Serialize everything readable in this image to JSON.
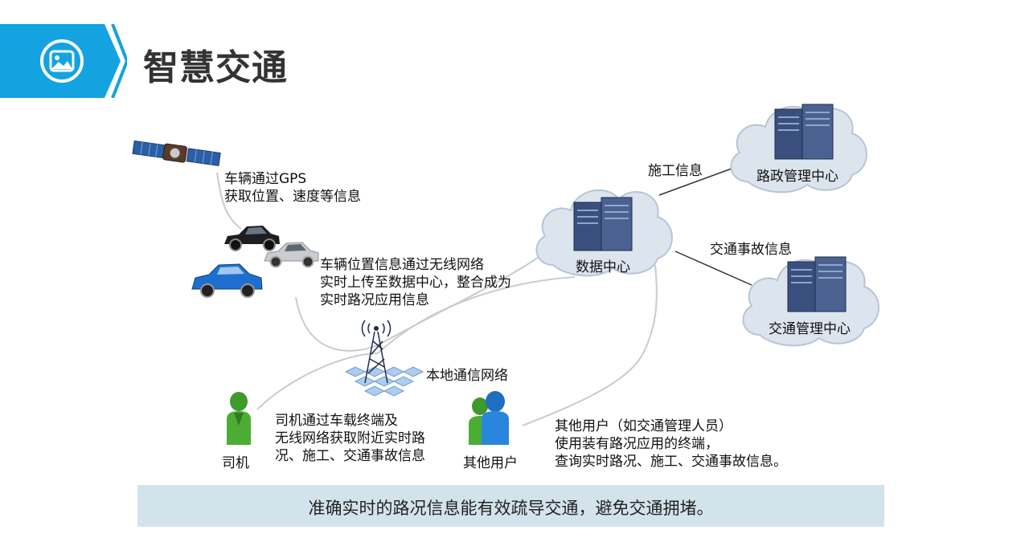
{
  "header": {
    "title": "智慧交通",
    "icon": "image-icon",
    "accent_color": "#12a3e0"
  },
  "diagram": {
    "gps_text": [
      "车辆通过GPS",
      "获取位置、速度等信息"
    ],
    "upload_text": [
      "车辆位置信息通过无线网络",
      "实时上传至数据中心，整合成为",
      "实时路况应用信息"
    ],
    "local_network_label": "本地通信网络",
    "data_center_label": "数据中心",
    "road_admin_label": "路政管理中心",
    "traffic_admin_label": "交通管理中心",
    "construction_info_label": "施工信息",
    "accident_info_label": "交通事故信息",
    "driver_label": "司机",
    "driver_text": [
      "司机通过车载终端及",
      "无线网络获取附近实时路",
      "况、施工、交通事故信息"
    ],
    "other_users_label": "其他用户",
    "other_users_text": [
      "其他用户（如交通管理人员）",
      "使用装有路况应用的终端，",
      "查询实时路况、施工、交通事故信息。"
    ]
  },
  "footer": {
    "summary": "准确实时的路况信息能有效疏导交通，避免交通拥堵。"
  }
}
